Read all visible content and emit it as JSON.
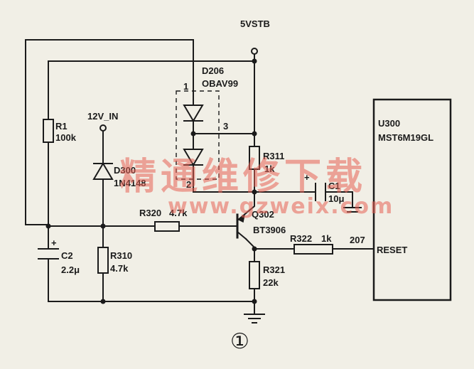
{
  "labels": {
    "vstb": "5VSTB",
    "d206": "D206",
    "d206_part": "OBAV99",
    "pin1": "1",
    "pin2": "2",
    "pin3": "3",
    "v12": "12V_IN",
    "r1": "R1",
    "r1_val": "100k",
    "d300": "D300",
    "d300_part": "1N4148",
    "r311": "R311",
    "r311_val": "1k",
    "c1": "C1",
    "c1_val": "10μ",
    "r320": "R320",
    "r320_val": "4.7k",
    "q302": "Q302",
    "q302_part": "BT3906",
    "c2": "C2",
    "c2_val": "2.2μ",
    "r310": "R310",
    "r310_val": "4.7k",
    "r321": "R321",
    "r321_val": "22k",
    "r322": "R322",
    "r322_val": "1k",
    "net207": "207",
    "reset": "RESET",
    "u300": "U300",
    "u300_part": "MST6M19GL",
    "figure_num": "①",
    "plus": "+"
  },
  "watermark": {
    "text": "精通维修下载",
    "url": "www.gzweix.com"
  }
}
